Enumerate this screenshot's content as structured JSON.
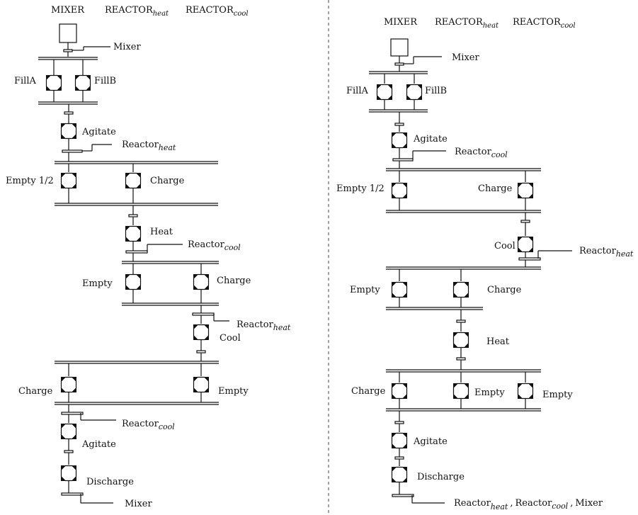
{
  "left": {
    "header": [
      "MIXER",
      "REACTOR",
      "heat",
      "REACTOR",
      "cool"
    ],
    "labels": {
      "mixer_top": "Mixer",
      "fillA": "FillA",
      "fillB": "FillB",
      "agitate1": "Agitate",
      "res1_main": "Reactor",
      "res1_sub": "heat",
      "empty_half": "Empty 1/2",
      "charge1": "Charge",
      "heat": "Heat",
      "res2_main": "Reactor",
      "res2_sub": "cool",
      "empty2": "Empty",
      "charge2": "Charge",
      "res3_main": "Reactor",
      "res3_sub": "heat",
      "cool": "Cool",
      "charge3": "Charge",
      "empty3": "Empty",
      "res4_main": "Reactor",
      "res4_sub": "cool",
      "agitate2": "Agitate",
      "discharge": "Discharge",
      "mixer_bottom": "Mixer"
    }
  },
  "right": {
    "header": [
      "MIXER",
      "REACTOR",
      "heat",
      "REACTOR",
      "cool"
    ],
    "labels": {
      "mixer_top": "Mixer",
      "fillA": "FillA",
      "fillB": "FillB",
      "agitate1": "Agitate",
      "res1_main": "Reactor",
      "res1_sub": "cool",
      "empty_half": "Empty 1/2",
      "charge1": "Charge",
      "cool": "Cool",
      "res2_main": "Reactor",
      "res2_sub": "heat",
      "empty2": "Empty",
      "charge2": "Charge",
      "heat": "Heat",
      "charge3": "Charge",
      "empty3a": "Empty",
      "empty3b": "Empty",
      "agitate2": "Agitate",
      "discharge": "Discharge",
      "final_r1": "Reactor",
      "final_r1_sub": "heat",
      "final_sep1": ",",
      "final_r2": "Reactor",
      "final_r2_sub": "cool",
      "final_sep2": ",",
      "final_mixer": "Mixer"
    }
  }
}
